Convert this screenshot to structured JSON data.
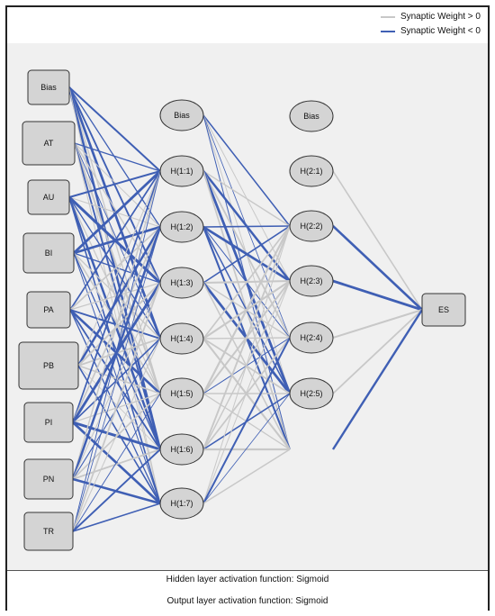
{
  "legend": {
    "positive_label": "Synaptic Weight > 0",
    "negative_label": "Synaptic Weight < 0",
    "positive_color": "#c8c8c8",
    "negative_color": "#3f5fb4"
  },
  "network": {
    "input_layer": [
      "Bias",
      "AT",
      "AU",
      "BI",
      "PA",
      "PB",
      "PI",
      "PN",
      "TR"
    ],
    "hidden_layer_1": [
      "Bias",
      "H(1:1)",
      "H(1:2)",
      "H(1:3)",
      "H(1:4)",
      "H(1:5)",
      "H(1:6)",
      "H(1:7)"
    ],
    "hidden_layer_2": [
      "Bias",
      "H(2:1)",
      "H(2:2)",
      "H(2:3)",
      "H(2:4)",
      "H(2:5)"
    ],
    "output_layer": [
      "ES"
    ]
  },
  "footer": {
    "hidden_activation": "Hidden layer activation function: Sigmoid",
    "output_activation": "Output layer activation function: Sigmoid"
  }
}
